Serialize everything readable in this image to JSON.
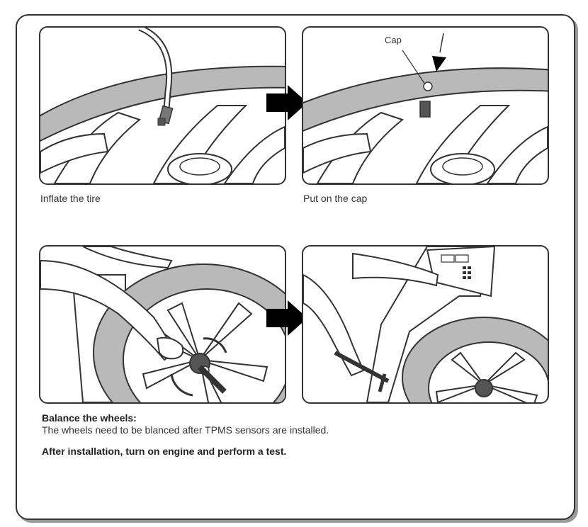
{
  "steps": [
    {
      "caption": "Inflate the tire"
    },
    {
      "caption": "Put on the cap",
      "callout_label": "Cap"
    },
    {
      "caption": ""
    },
    {
      "caption": ""
    }
  ],
  "balance": {
    "title": "Balance the wheels:",
    "description": "The wheels need to be blanced after TPMS sensors are installed."
  },
  "final_note": "After installation, turn on engine and perform a test.",
  "colors": {
    "line": "#333333",
    "tire_fill": "#b9b9b9",
    "arrow_fill": "#000000",
    "frame_shadow": "#9a9a9a"
  },
  "icons": {
    "step_arrow": "arrow-right-icon"
  }
}
